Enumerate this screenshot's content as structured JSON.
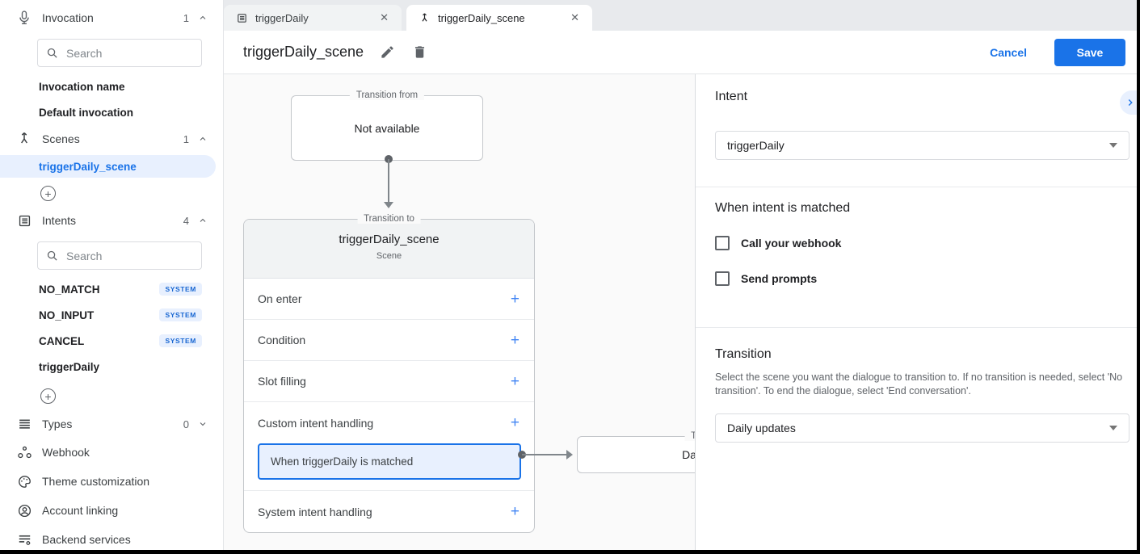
{
  "glyphs": {
    "plus": "+",
    "close": "✕"
  },
  "colors": {
    "accent": "#1a73e8",
    "selection_bg": "#e8f0fe",
    "tabstrip_bg": "#e8eaed",
    "canvas_bg": "#fafafa",
    "badge_bg": "#e8f0fe",
    "badge_text": "#1967d2"
  },
  "tabs": [
    {
      "label": "triggerDaily",
      "icon": "intent-icon"
    },
    {
      "label": "triggerDaily_scene",
      "icon": "scene-icon"
    }
  ],
  "header": {
    "title": "triggerDaily_scene",
    "cancel": "Cancel",
    "save": "Save"
  },
  "sidebar": {
    "search_placeholder": "Search",
    "sections": {
      "invocation": {
        "label": "Invocation",
        "count": "1"
      },
      "scenes": {
        "label": "Scenes",
        "count": "1"
      },
      "intents": {
        "label": "Intents",
        "count": "4"
      },
      "types": {
        "label": "Types",
        "count": "0"
      }
    },
    "invocation_items": [
      "Invocation name",
      "Default invocation"
    ],
    "scene_items": [
      "triggerDaily_scene"
    ],
    "intent_items": [
      {
        "name": "NO_MATCH",
        "badge": "SYSTEM"
      },
      {
        "name": "NO_INPUT",
        "badge": "SYSTEM"
      },
      {
        "name": "CANCEL",
        "badge": "SYSTEM"
      },
      {
        "name": "triggerDaily",
        "badge": ""
      }
    ],
    "links": [
      "Webhook",
      "Theme customization",
      "Account linking",
      "Backend services"
    ]
  },
  "canvas": {
    "transition_from": {
      "legend": "Transition from",
      "text": "Not available"
    },
    "scene_card": {
      "legend": "Transition to",
      "title": "triggerDaily_scene",
      "subtitle": "Scene",
      "rows": [
        "On enter",
        "Condition",
        "Slot filling",
        "Custom intent handling",
        "System intent handling"
      ],
      "selected_handler": "When triggerDaily is matched"
    },
    "target_card": {
      "legend": "Transition to",
      "title": "Daily updates"
    }
  },
  "panel": {
    "intent_heading": "Intent",
    "intent_value": "triggerDaily",
    "matched_heading": "When intent is matched",
    "checkbox_webhook": "Call your webhook",
    "checkbox_prompts": "Send prompts",
    "transition_heading": "Transition",
    "transition_desc": "Select the scene you want the dialogue to transition to. If no transition is needed, select 'No transition'. To end the dialogue, select 'End conversation'.",
    "transition_value": "Daily updates"
  }
}
